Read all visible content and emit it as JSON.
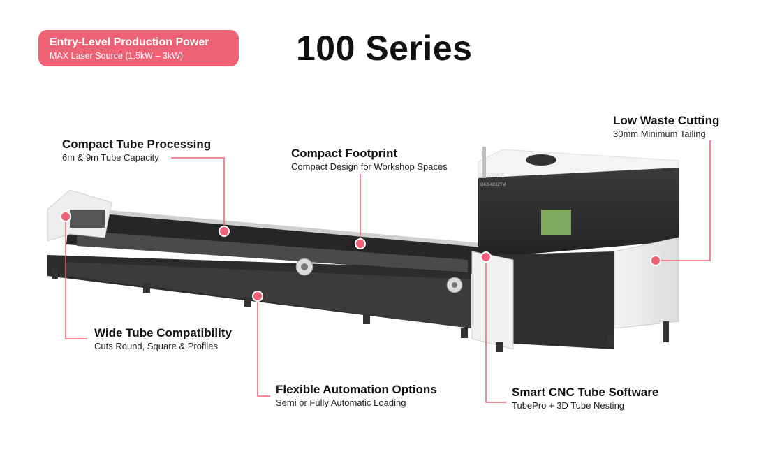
{
  "badge": {
    "title": "Entry-Level Production Power",
    "subtitle": "MAX Laser Source (1.5kW – 3kW)"
  },
  "page_title": "100 Series",
  "machine": {
    "brand": "G.WEIKE",
    "model": "GKS-6012TM"
  },
  "callouts": {
    "compact_tube": {
      "title": "Compact Tube Processing",
      "subtitle": "6m & 9m Tube Capacity"
    },
    "compact_footprint": {
      "title": "Compact Footprint",
      "subtitle": "Compact Design for Workshop Spaces"
    },
    "low_waste": {
      "title": "Low Waste Cutting",
      "subtitle": "30mm Minimum Tailing"
    },
    "wide_tube": {
      "title": "Wide Tube Compatibility",
      "subtitle": "Cuts Round, Square & Profiles"
    },
    "automation": {
      "title": "Flexible Automation Options",
      "subtitle": "Semi or Fully Automatic Loading"
    },
    "cnc": {
      "title": "Smart CNC Tube Software",
      "subtitle": "TubePro + 3D Tube Nesting"
    }
  },
  "colors": {
    "accent": "#ef6275",
    "body": "#2f2f2f",
    "panel": "#f2f2f2"
  }
}
